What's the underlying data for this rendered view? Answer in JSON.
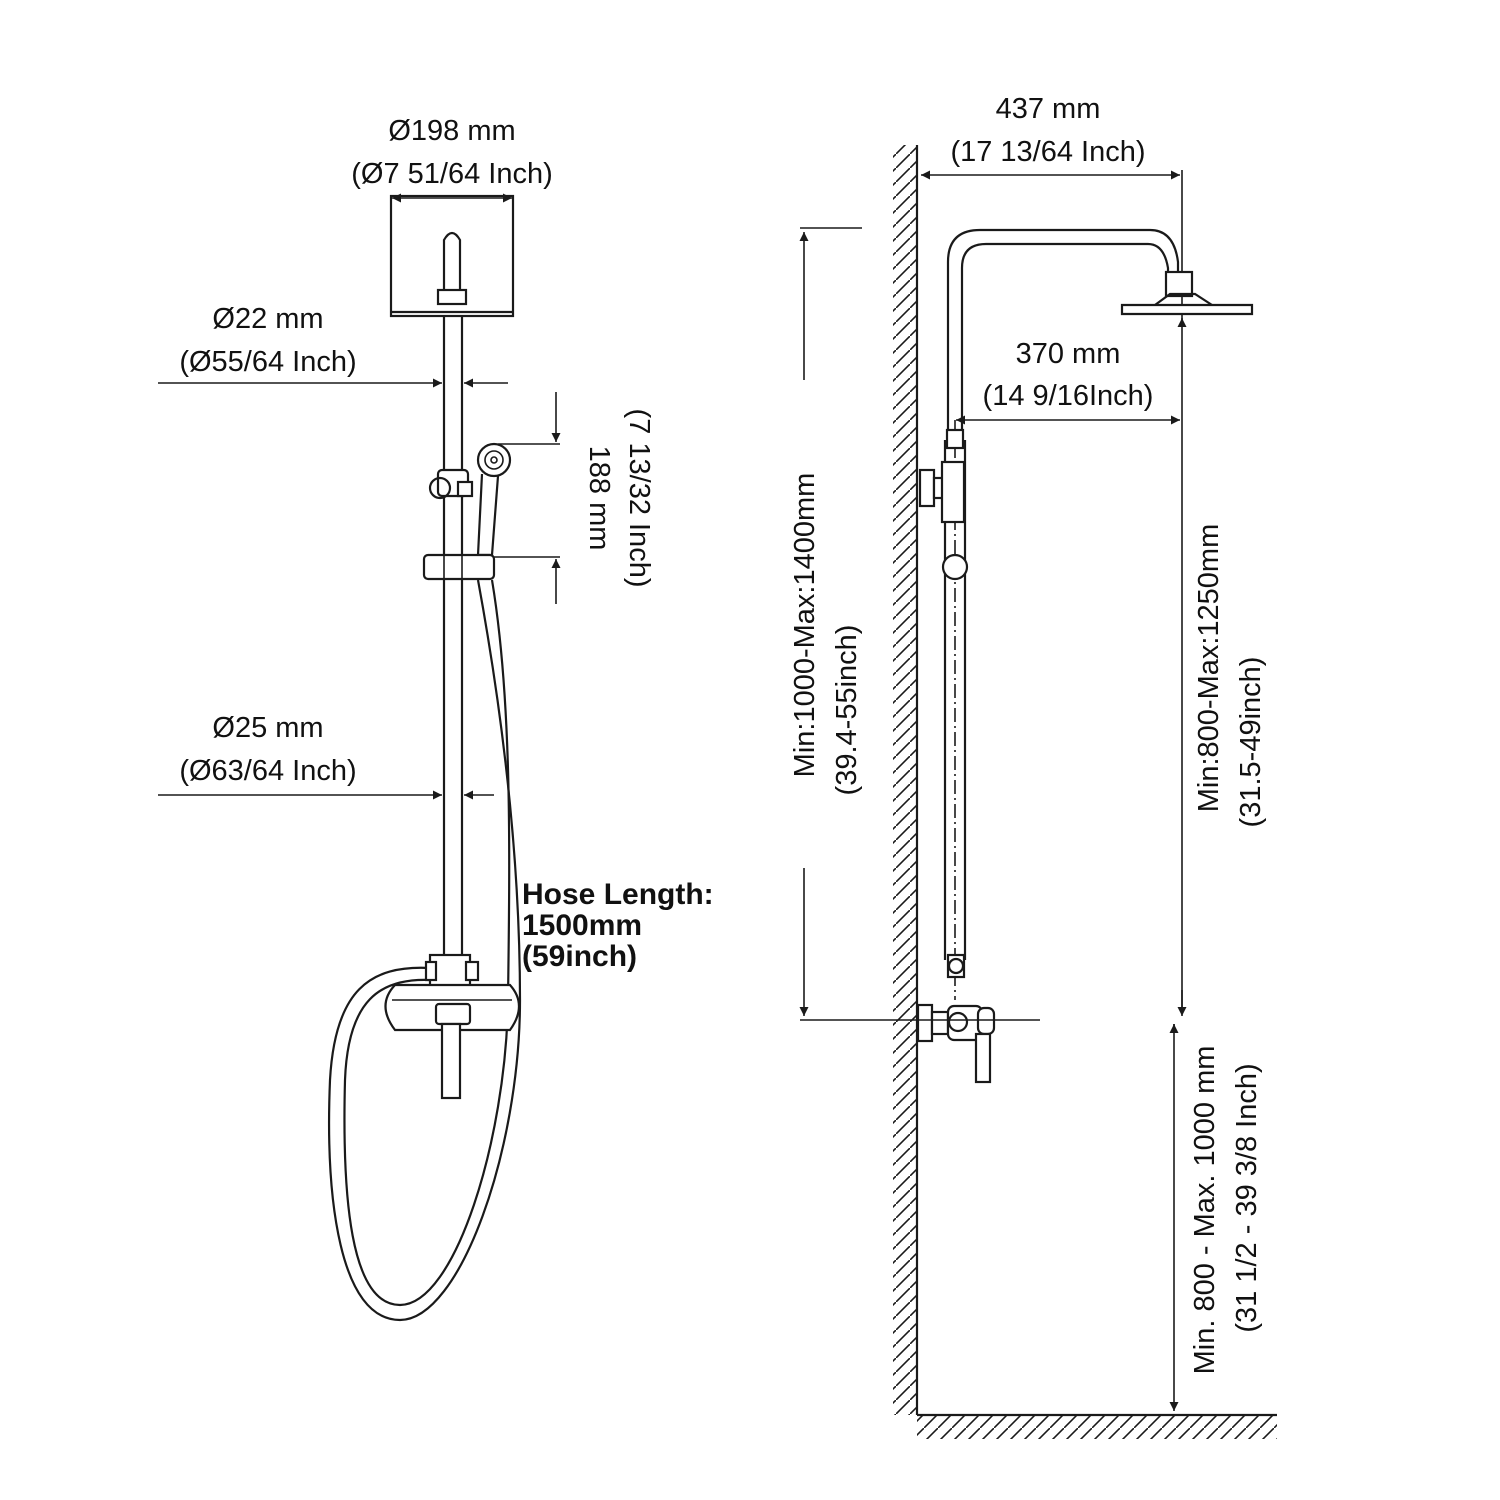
{
  "dimensions": {
    "head_diameter_mm": "Ø198 mm",
    "head_diameter_in": "(Ø7 51/64 Inch)",
    "upper_pipe_mm": "Ø22 mm",
    "upper_pipe_in": "(Ø55/64 Inch)",
    "lower_pipe_mm": "Ø25 mm",
    "lower_pipe_in": "(Ø63/64 Inch)",
    "hand_shower_mm": "188 mm",
    "hand_shower_in": "(7 13/32 Inch)",
    "hose_title": "Hose Length:",
    "hose_mm": "1500mm",
    "hose_in": "(59inch)",
    "projection_mm": "437 mm",
    "projection_in": "(17 13/64 Inch)",
    "arm_mm": "370 mm",
    "arm_in": "(14 9/16Inch)",
    "total_height_mm": "Min:1000-Max:1400mm",
    "total_height_in": "(39.4-55inch)",
    "riser_height_mm": "Min:800-Max:1250mm",
    "riser_height_in": "(31.5-49inch)",
    "mount_height_mm": "Min. 800 - Max. 1000 mm",
    "mount_height_in": "(31 1/2 - 39 3/8 Inch)"
  }
}
